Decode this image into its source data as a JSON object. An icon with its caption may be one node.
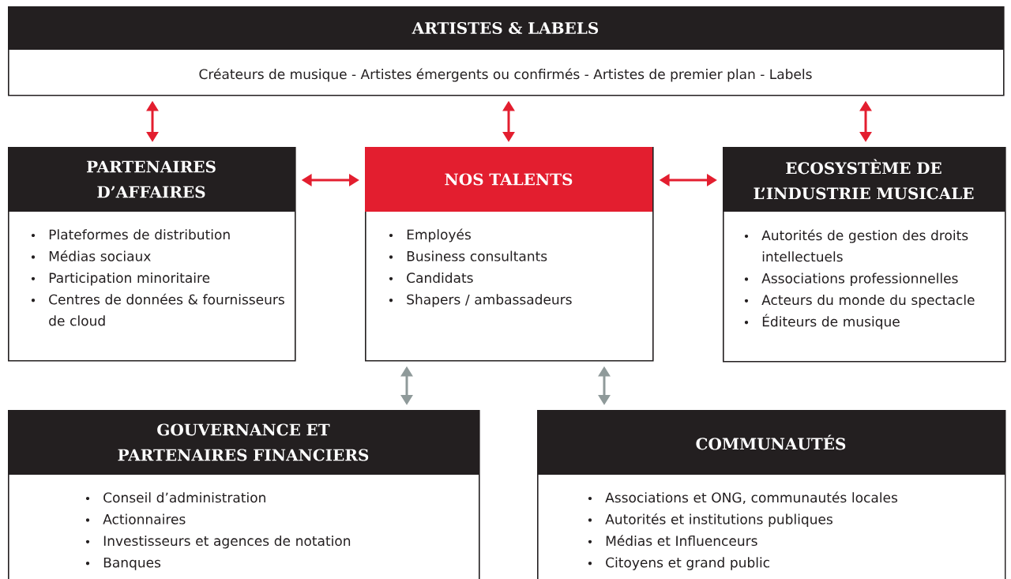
{
  "diagram": {
    "nodes": [
      {
        "text": [
          "ARTISTES & LABELS",
          "Créateurs de musique - Artistes émergents ou confirmés - Artistes de premier plan - Labels"
        ]
      },
      {
        "text": [
          "PARTENAIRES D’AFFAIRES",
          "Plateformes de distribution",
          "Médias sociaux",
          "Participation minoritaire",
          "Centres de données & fournisseurs de cloud"
        ]
      },
      {
        "text": [
          "NOS TALENTS",
          "Employés",
          "Business consultants",
          "Candidats",
          "Shapers / ambassadeurs"
        ]
      },
      {
        "text": [
          "ECOSYSTÈME DE L’INDUSTRIE MUSICALE",
          "Autorités de gestion des droits intellectuels",
          "Associations professionnelles",
          "Acteurs du monde du spectacle",
          "Éditeurs de musique"
        ]
      },
      {
        "text": [
          "GOUVERNANCE ET PARTENAIRES FINANCIERS",
          "Conseil d’administration",
          "Actionnaires",
          "Investisseurs et agences de notation",
          "Banques"
        ]
      },
      {
        "text": [
          "COMMUNAUTÉS",
          "Associations et ONG, communautés locales",
          "Autorités et institutions publiques",
          "Médias et Influenceurs",
          "Citoyens et grand public"
        ]
      }
    ],
    "edges": [
      {
        "from": 0,
        "to": 1,
        "arrow": "both"
      },
      {
        "from": 0,
        "to": 2,
        "arrow": "both"
      },
      {
        "from": 0,
        "to": 3,
        "arrow": "both"
      },
      {
        "from": 1,
        "to": 2,
        "arrow": "both"
      },
      {
        "from": 2,
        "to": 3,
        "arrow": "both"
      },
      {
        "from": 2,
        "to": 4,
        "arrow": "both",
        "color": "#8f9a9a"
      },
      {
        "from": 2,
        "to": 5,
        "arrow": "both",
        "color": "#8f9a9a"
      }
    ]
  }
}
